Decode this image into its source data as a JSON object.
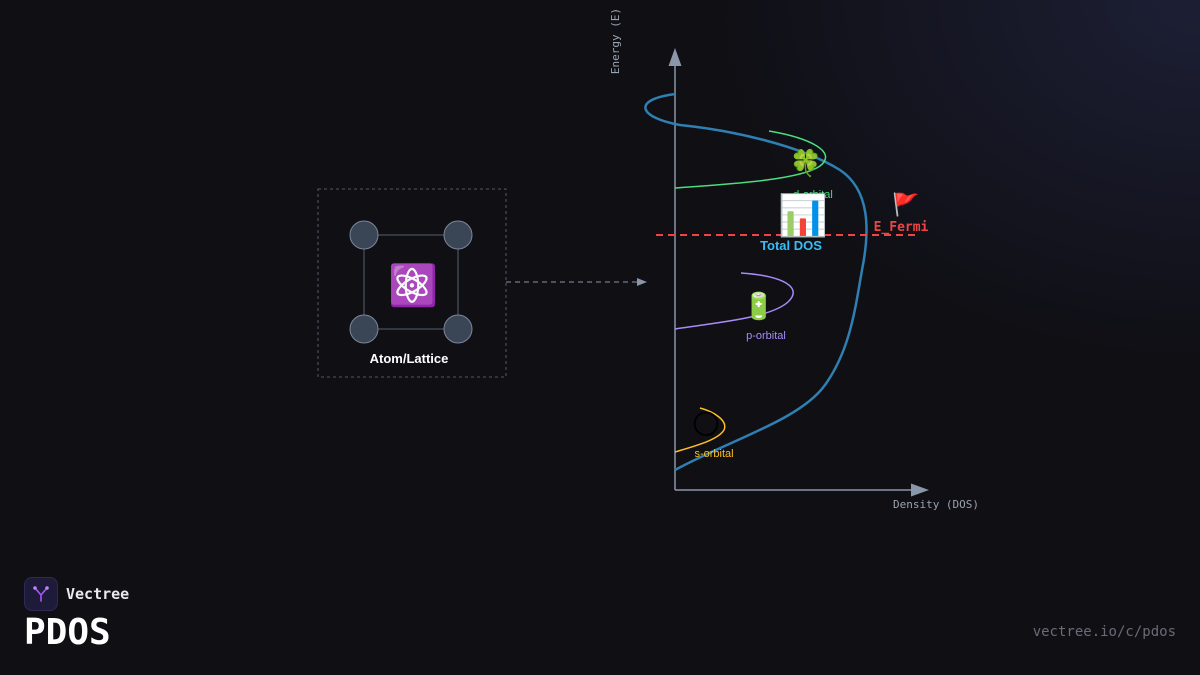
{
  "diagram": {
    "lattice_label": "Atom/Lattice",
    "lattice_emoji": "⚛️",
    "y_axis_label": "Energy (E)",
    "x_axis_label": "Density (DOS)",
    "fermi_label": "E_Fermi",
    "fermi_emoji": "🚩",
    "total_dos_label": "Total DOS",
    "total_dos_emoji": "📊",
    "d_orbital_label": "d-orbital",
    "d_orbital_emoji": "🍀",
    "p_orbital_label": "p-orbital",
    "p_orbital_emoji": "🔋",
    "s_orbital_label": "s-orbital",
    "s_orbital_emoji": "🌕"
  },
  "colors": {
    "total_dos": "#2f7fb3",
    "total_dos_label": "#38bdf8",
    "d_orbital": "#4ade80",
    "p_orbital": "#a78bfa",
    "s_orbital": "#fbbf24",
    "fermi": "#ef4444",
    "axis": "#8a96aa"
  },
  "footer": {
    "brand": "Vectree",
    "title": "PDOS",
    "url": "vectree.io/c/pdos"
  }
}
